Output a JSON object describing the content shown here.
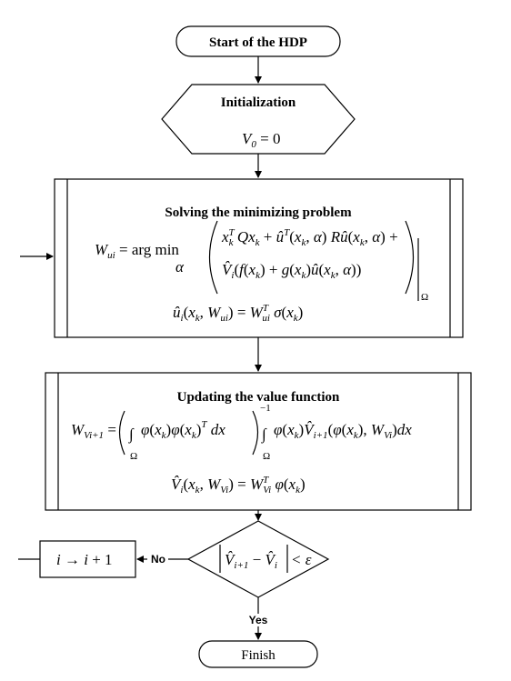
{
  "start": {
    "label": "Start of the  HDP"
  },
  "init": {
    "title": "Initialization",
    "equation": "V0 = 0"
  },
  "minimize": {
    "title": "Solving the  minimizing problem",
    "policy_equation": "Wui = arg min_α ( x_k^T Q x_k + û^T(x_k,α) R û(x_k,α) + V̂_i(f(x_k) + g(x_k) û(x_k,α)) )|Ω",
    "policy_approx": "û_i(x_k, W_ui) = W_ui^T σ(x_k)"
  },
  "update": {
    "title": "Updating the value function",
    "weight_equation": "W_Vi+1 = ( ∫Ω φ(x_k) φ(x_k)^T dx )^-1 ∫Ω φ(x_k) V̂_i+1(φ(x_k), W_Vi) dx",
    "value_approx": "V̂_i(x_k, W_Vi) = W_Vi^T φ(x_k)"
  },
  "decision": {
    "condition": "|V̂_i+1 − V̂_i| < ε",
    "no_label": "No",
    "yes_label": "Yes"
  },
  "increment": {
    "label": "i → i + 1"
  },
  "finish": {
    "label": "Finish"
  }
}
